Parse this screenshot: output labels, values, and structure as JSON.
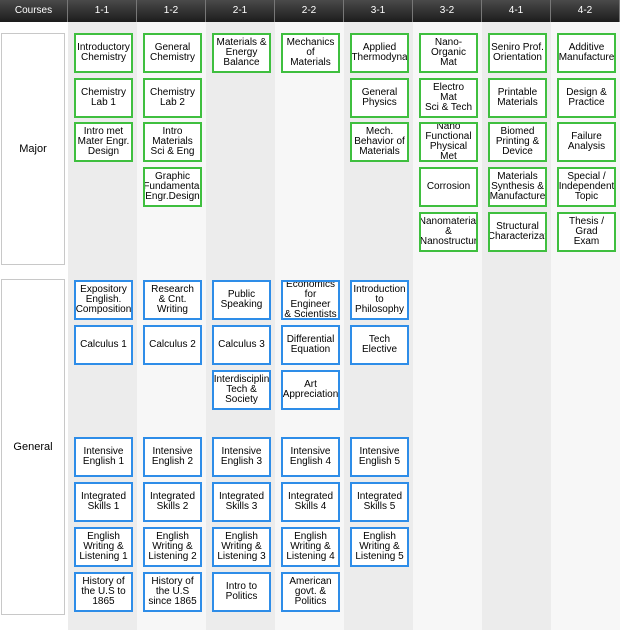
{
  "header": {
    "corner": "Courses",
    "terms": [
      "1-1",
      "1-2",
      "2-1",
      "2-2",
      "3-1",
      "3-2",
      "4-1",
      "4-2"
    ]
  },
  "rows": {
    "major": "Major",
    "general": "General"
  },
  "colors": {
    "major_border": "#3fbf3f",
    "general_border": "#2e8de8",
    "header_bg": "#2a2a2a"
  },
  "courses": [
    {
      "category": "major",
      "term": "1-1",
      "slot": 0,
      "label": "Introductory\nChemistry"
    },
    {
      "category": "major",
      "term": "1-1",
      "slot": 1,
      "label": "Chemistry\nLab 1"
    },
    {
      "category": "major",
      "term": "1-1",
      "slot": 2,
      "label": "Intro met\nMater Engr.\nDesign"
    },
    {
      "category": "major",
      "term": "1-2",
      "slot": 0,
      "label": "General\nChemistry"
    },
    {
      "category": "major",
      "term": "1-2",
      "slot": 1,
      "label": "Chemistry\nLab 2"
    },
    {
      "category": "major",
      "term": "1-2",
      "slot": 2,
      "label": "Intro\nMaterials\nSci & Eng"
    },
    {
      "category": "major",
      "term": "1-2",
      "slot": 3,
      "label": "Graphic\nFundamental\nEngr.Design"
    },
    {
      "category": "major",
      "term": "2-1",
      "slot": 0,
      "label": "Materials &\nEnergy\nBalance"
    },
    {
      "category": "major",
      "term": "2-2",
      "slot": 0,
      "label": "Mechanics\nof\nMaterials"
    },
    {
      "category": "major",
      "term": "3-1",
      "slot": 0,
      "label": "Applied\nThermodyna"
    },
    {
      "category": "major",
      "term": "3-1",
      "slot": 1,
      "label": "General\nPhysics"
    },
    {
      "category": "major",
      "term": "3-1",
      "slot": 2,
      "label": "Mech.\nBehavior of\nMaterials"
    },
    {
      "category": "major",
      "term": "3-2",
      "slot": 0,
      "label": "Nano-\nOrganic\nMat"
    },
    {
      "category": "major",
      "term": "3-2",
      "slot": 1,
      "label": "Electro\nMat\nSci & Tech"
    },
    {
      "category": "major",
      "term": "3-2",
      "slot": 2,
      "label": "Nano\nFunctional\nPhysical Met"
    },
    {
      "category": "major",
      "term": "3-2",
      "slot": 3,
      "label": "Corrosion"
    },
    {
      "category": "major",
      "term": "3-2",
      "slot": 4,
      "label": "Nanomaterial\n&\nNanostructur"
    },
    {
      "category": "major",
      "term": "4-1",
      "slot": 0,
      "label": "Seniro Prof.\nOrientation"
    },
    {
      "category": "major",
      "term": "4-1",
      "slot": 1,
      "label": "Printable\nMaterials"
    },
    {
      "category": "major",
      "term": "4-1",
      "slot": 2,
      "label": "Biomed\nPrinting &\nDevice"
    },
    {
      "category": "major",
      "term": "4-1",
      "slot": 3,
      "label": "Materials\nSynthesis &\nManufacture"
    },
    {
      "category": "major",
      "term": "4-1",
      "slot": 4,
      "label": "Structural\nCharacterizat"
    },
    {
      "category": "major",
      "term": "4-2",
      "slot": 0,
      "label": "Additive\nManufacture"
    },
    {
      "category": "major",
      "term": "4-2",
      "slot": 1,
      "label": "Design &\nPractice"
    },
    {
      "category": "major",
      "term": "4-2",
      "slot": 2,
      "label": "Failure\nAnalysis"
    },
    {
      "category": "major",
      "term": "4-2",
      "slot": 3,
      "label": "Special /\nIndependent\nTopic"
    },
    {
      "category": "major",
      "term": "4-2",
      "slot": 4,
      "label": "Thesis /\nGrad\nExam"
    },
    {
      "category": "general",
      "term": "1-1",
      "slot": 0,
      "label": "Expository\nEnglish.\nComposition"
    },
    {
      "category": "general",
      "term": "1-1",
      "slot": 1,
      "label": "Calculus 1"
    },
    {
      "category": "general",
      "term": "1-1",
      "slot": 3,
      "label": "Intensive\nEnglish 1"
    },
    {
      "category": "general",
      "term": "1-1",
      "slot": 4,
      "label": "Integrated\nSkills 1"
    },
    {
      "category": "general",
      "term": "1-1",
      "slot": 5,
      "label": "English\nWriting &\nListening 1"
    },
    {
      "category": "general",
      "term": "1-1",
      "slot": 6,
      "label": "History of\nthe U.S to\n1865"
    },
    {
      "category": "general",
      "term": "1-2",
      "slot": 0,
      "label": "Research\n& Cnt.\nWriting"
    },
    {
      "category": "general",
      "term": "1-2",
      "slot": 1,
      "label": "Calculus 2"
    },
    {
      "category": "general",
      "term": "1-2",
      "slot": 3,
      "label": "Intensive\nEnglish 2"
    },
    {
      "category": "general",
      "term": "1-2",
      "slot": 4,
      "label": "Integrated\nSkills 2"
    },
    {
      "category": "general",
      "term": "1-2",
      "slot": 5,
      "label": "English\nWriting &\nListening 2"
    },
    {
      "category": "general",
      "term": "1-2",
      "slot": 6,
      "label": "History of\nthe U.S\nsince 1865"
    },
    {
      "category": "general",
      "term": "2-1",
      "slot": 0,
      "label": "Public\nSpeaking"
    },
    {
      "category": "general",
      "term": "2-1",
      "slot": 1,
      "label": "Calculus 3"
    },
    {
      "category": "general",
      "term": "2-1",
      "slot": 2,
      "label": "Interdisciplin\nTech &\nSociety"
    },
    {
      "category": "general",
      "term": "2-1",
      "slot": 3,
      "label": "Intensive\nEnglish 3"
    },
    {
      "category": "general",
      "term": "2-1",
      "slot": 4,
      "label": "Integrated\nSkills 3"
    },
    {
      "category": "general",
      "term": "2-1",
      "slot": 5,
      "label": "English\nWriting &\nListening 3"
    },
    {
      "category": "general",
      "term": "2-1",
      "slot": 6,
      "label": "Intro to\nPolitics"
    },
    {
      "category": "general",
      "term": "2-2",
      "slot": 0,
      "label": "Economics\nfor Engineer\n& Scientists"
    },
    {
      "category": "general",
      "term": "2-2",
      "slot": 1,
      "label": "Differential\nEquation"
    },
    {
      "category": "general",
      "term": "2-2",
      "slot": 2,
      "label": "Art\nAppreciation"
    },
    {
      "category": "general",
      "term": "2-2",
      "slot": 3,
      "label": "Intensive\nEnglish 4"
    },
    {
      "category": "general",
      "term": "2-2",
      "slot": 4,
      "label": "Integrated\nSkills 4"
    },
    {
      "category": "general",
      "term": "2-2",
      "slot": 5,
      "label": "English\nWriting &\nListening 4"
    },
    {
      "category": "general",
      "term": "2-2",
      "slot": 6,
      "label": "American\ngovt. &\nPolitics"
    },
    {
      "category": "general",
      "term": "3-1",
      "slot": 0,
      "label": "Introduction\nto\nPhilosophy"
    },
    {
      "category": "general",
      "term": "3-1",
      "slot": 1,
      "label": "Tech\nElective"
    },
    {
      "category": "general",
      "term": "3-1",
      "slot": 3,
      "label": "Intensive\nEnglish 5"
    },
    {
      "category": "general",
      "term": "3-1",
      "slot": 4,
      "label": "Integrated\nSkills 5"
    },
    {
      "category": "general",
      "term": "3-1",
      "slot": 5,
      "label": "English\nWriting &\nListening 5"
    }
  ]
}
